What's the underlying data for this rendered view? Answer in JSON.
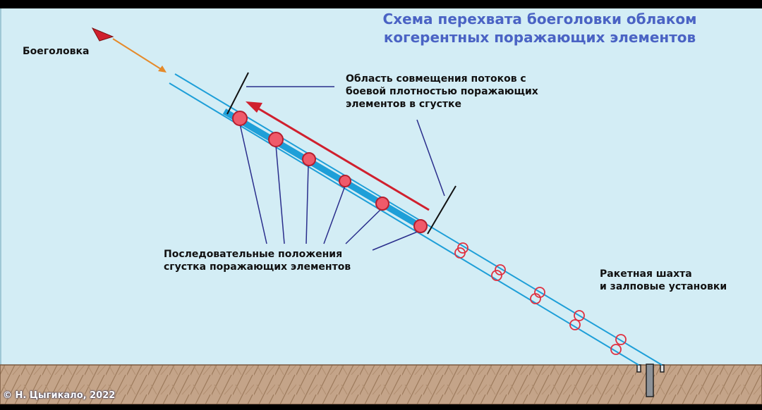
{
  "title_line1": "Схема перехвата боеголовки облаком",
  "title_line2": "когерентных поражающих элементов",
  "labels": {
    "warhead": "Боеголовка",
    "area_line1": "Область совмещения потоков с",
    "area_line2": "боевой плотностью поражающих",
    "area_line3": "элементов в сгустке",
    "positions_line1": "Последовательные положения",
    "positions_line2": "сгустка поражающих элементов",
    "silo_line1": "Ракетная шахта",
    "silo_line2": "и залповые установки"
  },
  "copyright": "© Н. Цыгикало, 2022",
  "colors": {
    "sky": "#d3edf5",
    "ground": "#c4a489",
    "beam": "#1e9fd8",
    "title": "#4a63c4",
    "cluster": "#ef5a6a",
    "arrow": "#d0202e",
    "leader": "#2a2e8c"
  }
}
